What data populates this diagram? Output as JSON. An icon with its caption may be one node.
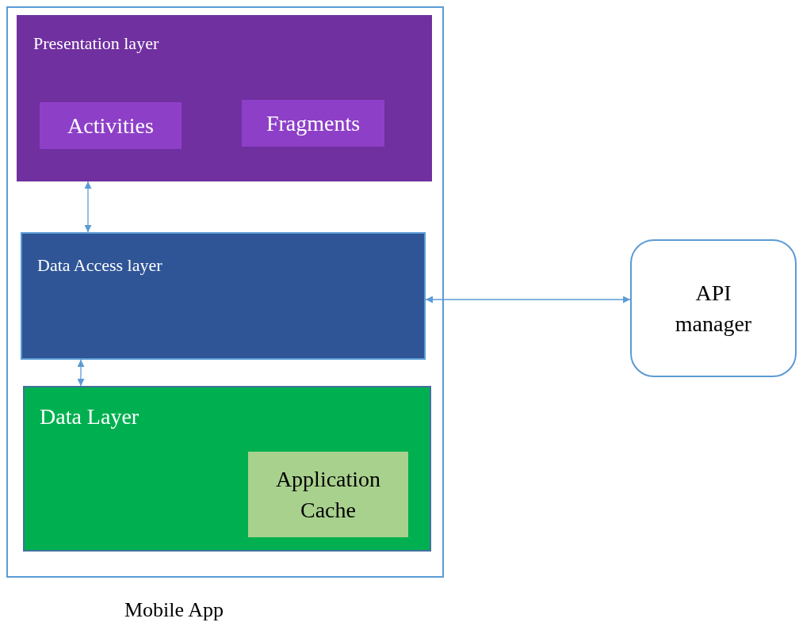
{
  "diagram": {
    "nodes": [
      {
        "text": [
          "Mobile App"
        ]
      },
      {
        "text": [
          "Presentation layer"
        ],
        "in": 0
      },
      {
        "text": [
          "Activities"
        ],
        "in": 1
      },
      {
        "text": [
          "Fragments"
        ],
        "in": 1
      },
      {
        "text": [
          "Data Access layer"
        ],
        "in": 0
      },
      {
        "text": [
          "Data Layer"
        ],
        "in": 0
      },
      {
        "text": [
          "Application Cache"
        ],
        "in": 5
      },
      {
        "text": [
          "API manager"
        ]
      }
    ],
    "edges": [
      {
        "from": 1,
        "to": 4,
        "arrow": "both"
      },
      {
        "from": 4,
        "to": 5,
        "arrow": "both"
      },
      {
        "from": 4,
        "to": 7,
        "arrow": "both"
      }
    ]
  }
}
